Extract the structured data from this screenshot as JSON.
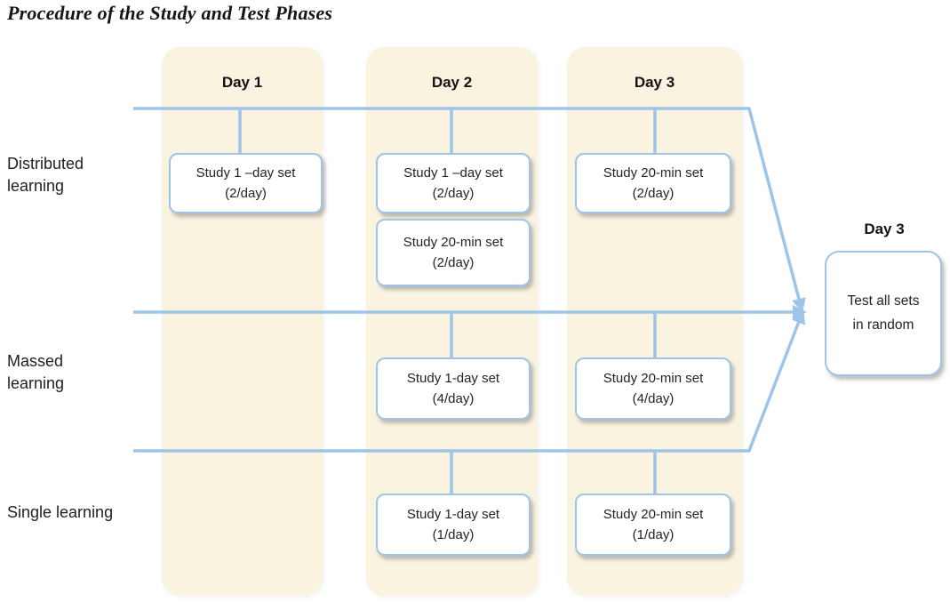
{
  "title": "Procedure of the Study and Test Phases",
  "columns": [
    {
      "label": "Day 1"
    },
    {
      "label": "Day 2"
    },
    {
      "label": "Day 3"
    }
  ],
  "row_labels": [
    {
      "label": "Distributed learning"
    },
    {
      "label": "Massed learning"
    },
    {
      "label": "Single learning"
    }
  ],
  "study_boxes": [
    {
      "row": "Distributed learning",
      "day": "Day 1",
      "line1": "Study 1 –day set",
      "line2": "(2/day)"
    },
    {
      "row": "Distributed learning",
      "day": "Day 2",
      "line1": "Study 1 –day set",
      "line2": "(2/day)"
    },
    {
      "row": "Distributed learning",
      "day": "Day 2",
      "line1": "Study 20-min set",
      "line2": "(2/day)"
    },
    {
      "row": "Distributed learning",
      "day": "Day 3",
      "line1": "Study 20-min set",
      "line2": "(2/day)"
    },
    {
      "row": "Massed learning",
      "day": "Day 2",
      "line1": "Study 1-day set",
      "line2": "(4/day)"
    },
    {
      "row": "Massed learning",
      "day": "Day 3",
      "line1": "Study 20-min set",
      "line2": "(4/day)"
    },
    {
      "row": "Single learning",
      "day": "Day 2",
      "line1": "Study 1-day set",
      "line2": "(1/day)"
    },
    {
      "row": "Single learning",
      "day": "Day 3",
      "line1": "Study 20-min set",
      "line2": "(1/day)"
    }
  ],
  "test_phase": {
    "day_label": "Day 3",
    "line1": "Test all sets",
    "line2": "in random"
  },
  "colors": {
    "band": "#faf3e0",
    "line": "#9ec5e8",
    "box_border": "#9ec5e8",
    "text": "#232323"
  }
}
